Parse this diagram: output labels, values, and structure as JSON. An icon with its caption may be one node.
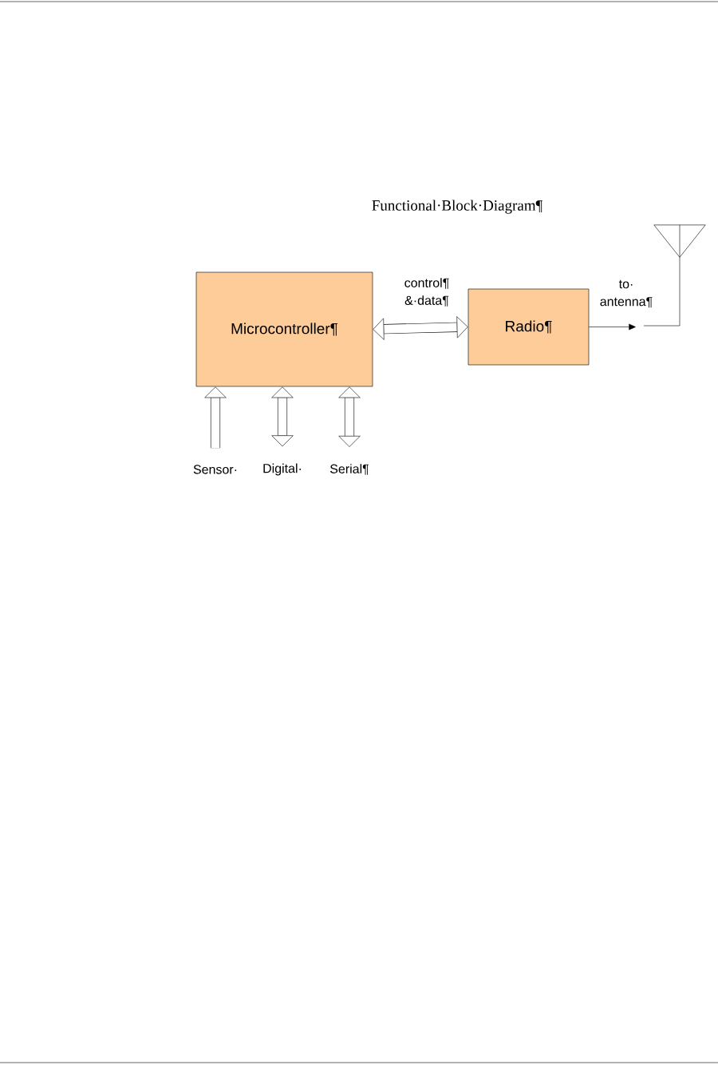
{
  "diagram": {
    "title": "Functional·Block·Diagram¶",
    "nodes": [
      {
        "text": [
          "Microcontroller¶"
        ]
      },
      {
        "text": [
          "Radio¶"
        ]
      },
      {
        "text": [
          "Sensor·"
        ]
      },
      {
        "text": [
          "Digital·"
        ]
      },
      {
        "text": [
          "Serial¶"
        ]
      },
      {
        "text": [],
        "shape": "antenna"
      }
    ],
    "edges": [
      {
        "from": 0,
        "to": 1,
        "arrow": "both",
        "label": "control¶ &·data¶"
      },
      {
        "from": 2,
        "to": 0,
        "arrow": "to"
      },
      {
        "from": 3,
        "to": 0,
        "arrow": "both"
      },
      {
        "from": 4,
        "to": 0,
        "arrow": "both"
      },
      {
        "from": 1,
        "to": null,
        "arrow": "to",
        "label": "to· antenna¶"
      },
      {
        "from": null,
        "to": 5,
        "arrow": "none"
      }
    ]
  }
}
